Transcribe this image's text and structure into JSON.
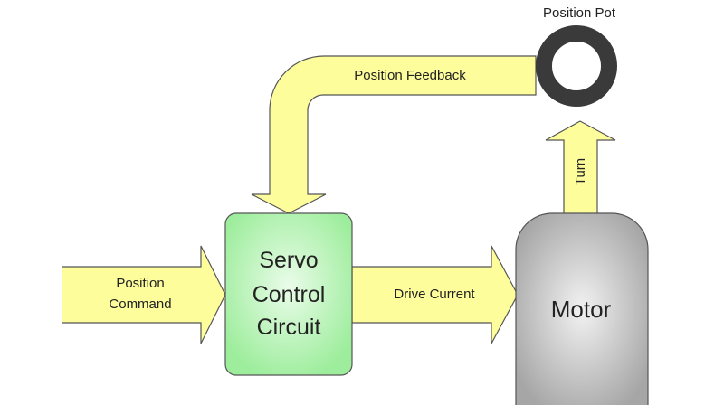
{
  "labels": {
    "position_pot": "Position Pot",
    "position_feedback": "Position Feedback",
    "turn": "Turn",
    "position_command_line1": "Position",
    "position_command_line2": "Command",
    "servo_line1": "Servo",
    "servo_line2": "Control",
    "servo_line3": "Circuit",
    "drive_current": "Drive Current",
    "motor": "Motor"
  },
  "colors": {
    "arrow_fill": "#fdfd9c",
    "servo_fill": "#a6f0a6",
    "motor_fill": "#b0b0b0",
    "pot_ring": "#3a3a3a"
  }
}
